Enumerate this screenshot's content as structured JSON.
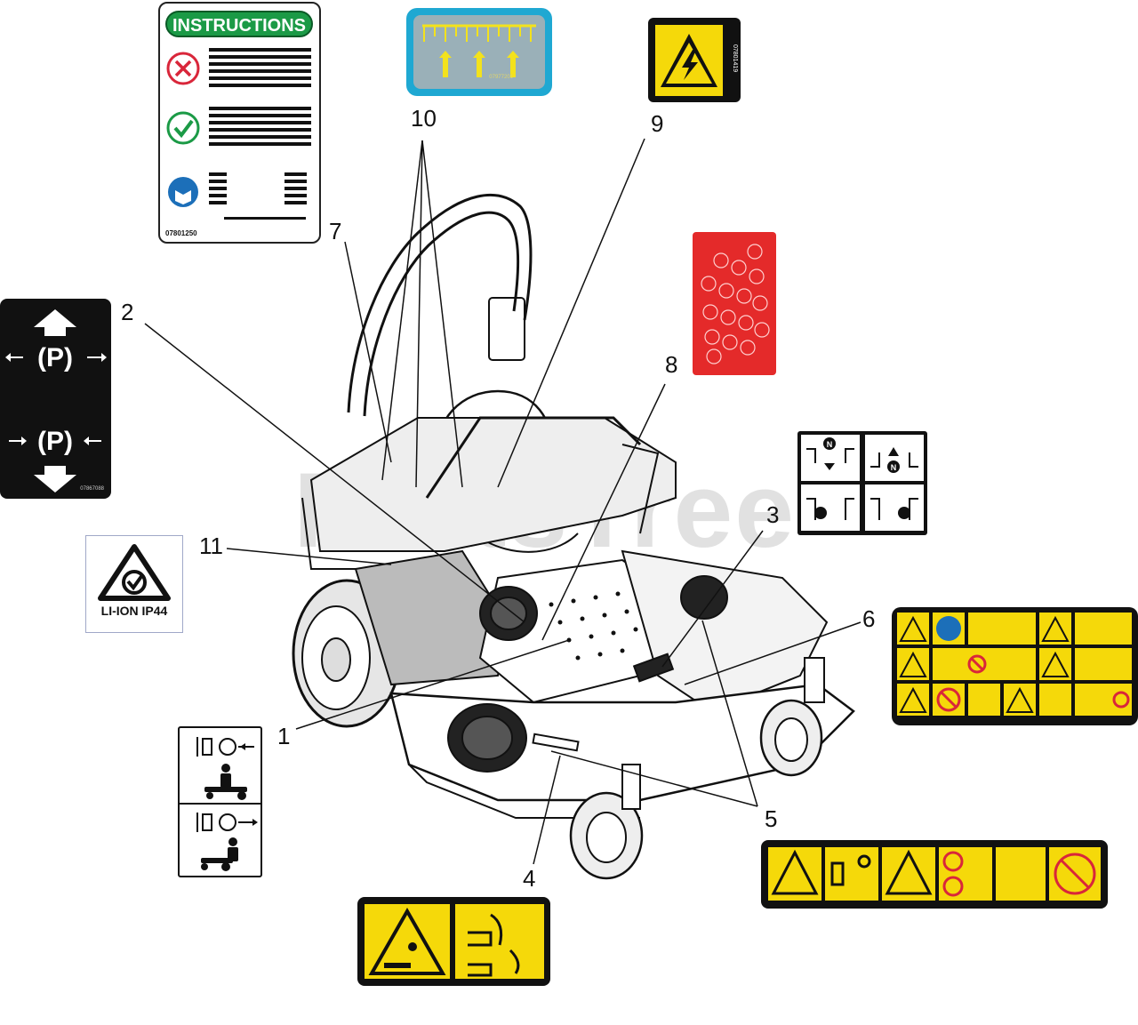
{
  "diagram": {
    "watermark": "PartsTree",
    "callouts": [
      {
        "id": "1",
        "label": "1"
      },
      {
        "id": "2",
        "label": "2"
      },
      {
        "id": "3",
        "label": "3"
      },
      {
        "id": "4",
        "label": "4"
      },
      {
        "id": "5",
        "label": "5"
      },
      {
        "id": "6",
        "label": "6"
      },
      {
        "id": "7",
        "label": "7"
      },
      {
        "id": "8",
        "label": "8"
      },
      {
        "id": "9",
        "label": "9"
      },
      {
        "id": "10",
        "label": "10"
      },
      {
        "id": "11",
        "label": "11"
      }
    ],
    "decals": {
      "instructions": {
        "title": "INSTRUCTIONS",
        "code": "07801250"
      },
      "park_brake": {
        "code": "07867088"
      },
      "certification": {
        "text": "LI-ION  IP44"
      },
      "electrical": {
        "code": "07801419"
      },
      "height_adjust": {
        "code": "07977201"
      }
    },
    "colors": {
      "safety_yellow": "#f5d90a",
      "instructions_green": "#1b9a46",
      "decal_red": "#e42a2a",
      "decal_blue": "#1fa8d2",
      "line_black": "#111111"
    }
  }
}
